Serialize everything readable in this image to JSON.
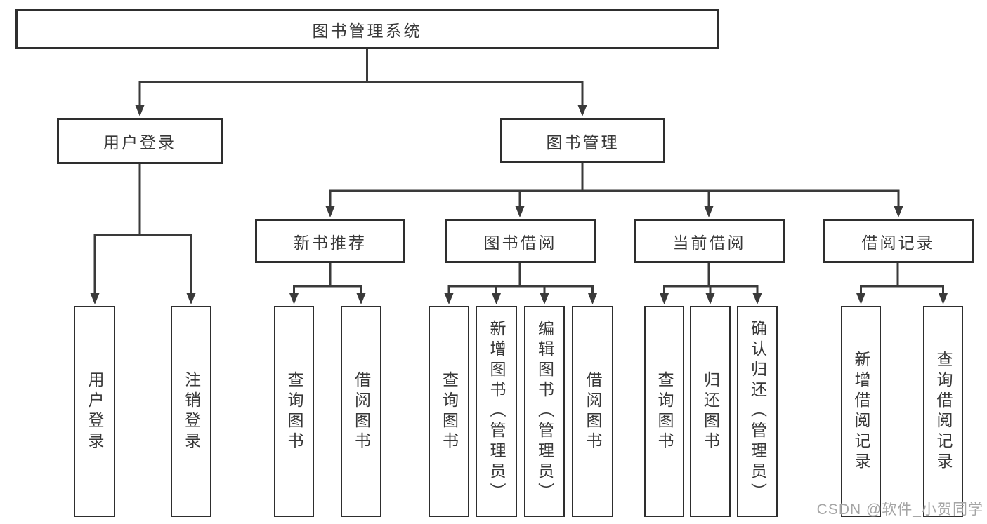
{
  "diagram": {
    "type": "hierarchy-tree",
    "title": "图书管理系统",
    "colors": {
      "background": "#ffffff",
      "box_fill": "#ffffff",
      "box_border": "#2e2e2e",
      "connector_line": "#3a3a3a",
      "text": "#383838",
      "watermark_text": "#a5a5a5"
    }
  },
  "nodes": {
    "root": {
      "label": "图书管理系统"
    },
    "level2": [
      {
        "label": "用户登录",
        "parent": "图书管理系统"
      },
      {
        "label": "图书管理",
        "parent": "图书管理系统"
      }
    ],
    "level3": [
      {
        "label": "新书推荐",
        "parent": "图书管理"
      },
      {
        "label": "图书借阅",
        "parent": "图书管理"
      },
      {
        "label": "当前借阅",
        "parent": "图书管理"
      },
      {
        "label": "借阅记录",
        "parent": "图书管理"
      }
    ],
    "leaves": {
      "user_login": [
        "用户登录",
        "注销登录"
      ],
      "new_book_recommend": [
        "查询图书",
        "借阅图书"
      ],
      "book_borrow": [
        "查询图书",
        "新增图书（管理员）",
        "编辑图书（管理员）",
        "借阅图书"
      ],
      "current_borrow": [
        "查询图书",
        "归还图书",
        "确认归还（管理员）"
      ],
      "borrow_record": [
        "新增借阅记录",
        "查询借阅记录"
      ]
    }
  },
  "watermark": "CSDN @软件_小贺同学"
}
